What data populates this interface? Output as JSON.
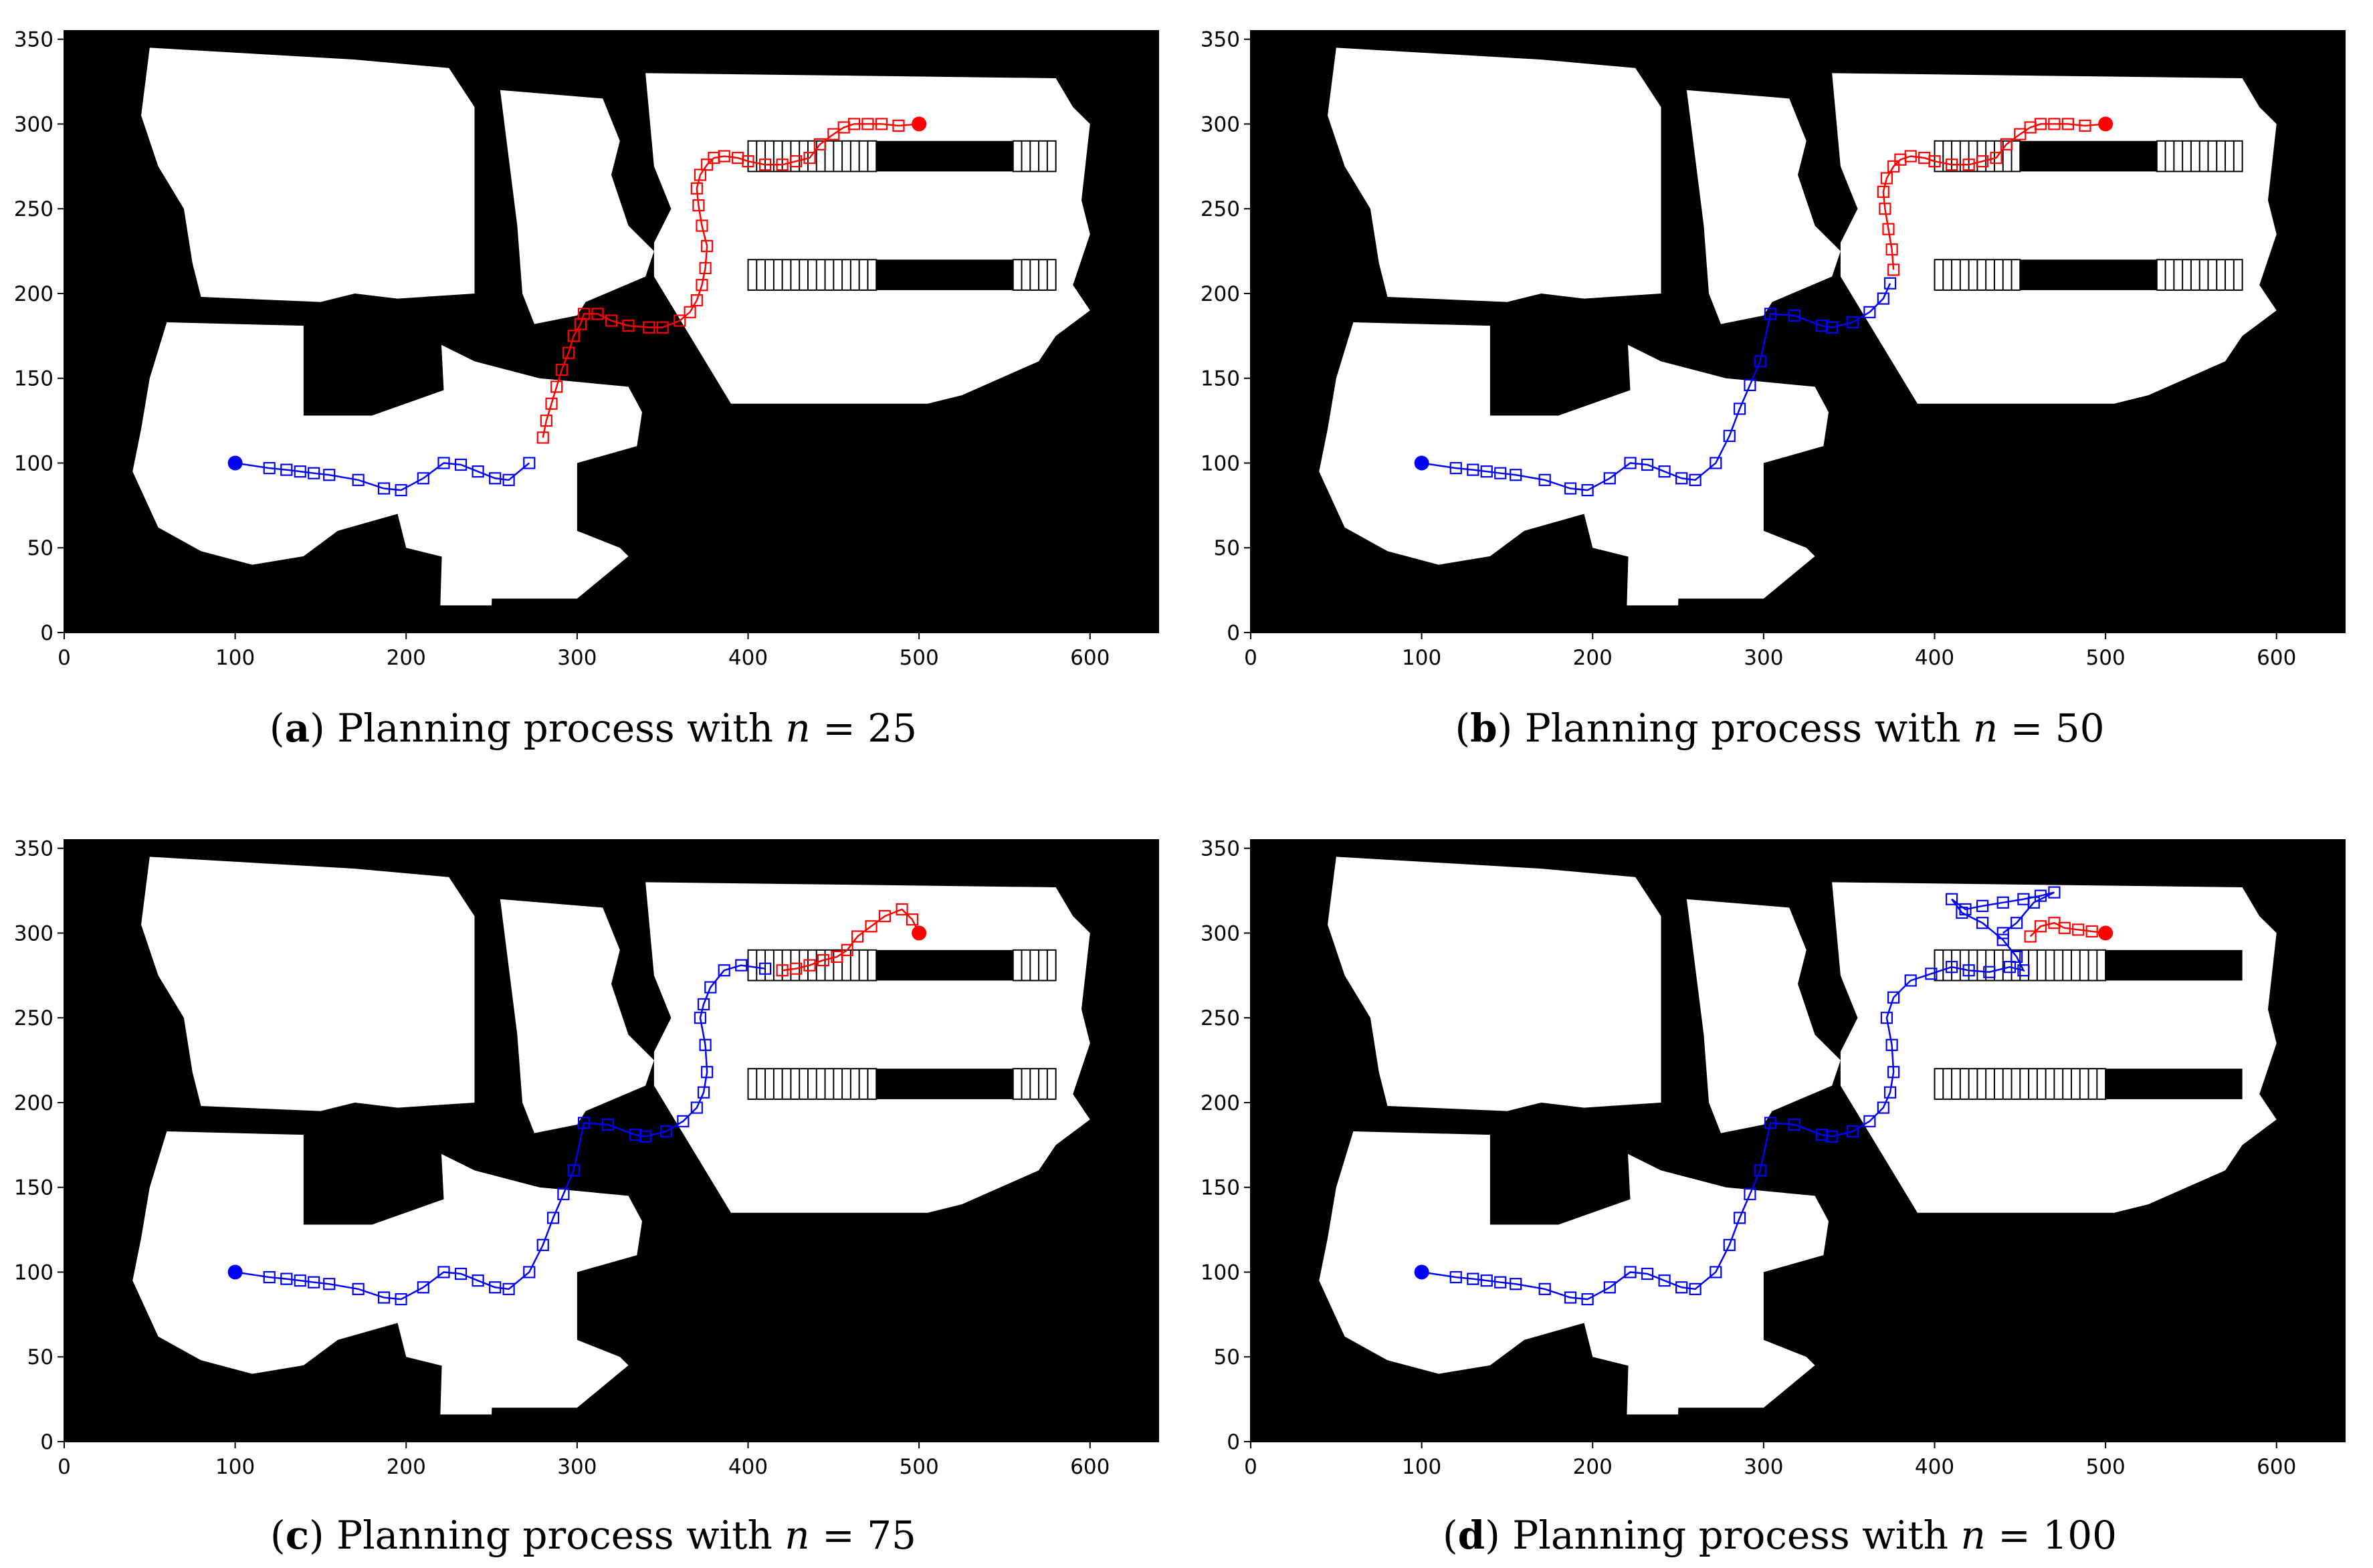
{
  "figures": [
    {
      "caption": {
        "label": "a",
        "text": "Planning process with",
        "var": "n",
        "eq": "=",
        "value": "25"
      },
      "chart_data": {
        "type": "line",
        "xlim": [
          0,
          640
        ],
        "ylim": [
          0,
          355
        ],
        "xticks": [
          0,
          100,
          200,
          300,
          400,
          500,
          600
        ],
        "yticks": [
          0,
          50,
          100,
          150,
          200,
          250,
          300,
          350
        ],
        "grid": false,
        "series": [
          {
            "color": "#0000ff",
            "marker": "square",
            "start_marker": "circle",
            "x": [
              100,
              120,
              130,
              138,
              146,
              155,
              172,
              187,
              197,
              210,
              222,
              232,
              242,
              252,
              260,
              272
            ],
            "y": [
              100,
              97,
              96,
              95,
              94,
              93,
              90,
              85,
              84,
              91,
              100,
              99,
              95,
              91,
              90,
              100
            ]
          },
          {
            "color": "#ff0000",
            "marker": "square",
            "end_marker": "circle",
            "x": [
              280,
              282,
              285,
              288,
              291,
              295,
              298,
              302,
              304,
              312,
              320,
              330,
              342,
              350,
              360,
              366,
              370,
              373,
              375,
              376,
              373,
              371,
              370,
              372,
              376,
              380,
              386,
              394,
              400,
              410,
              420,
              428,
              436,
              442,
              450,
              456,
              462,
              470,
              478,
              488,
              500
            ],
            "y": [
              115,
              125,
              135,
              145,
              155,
              165,
              175,
              182,
              188,
              188,
              184,
              181,
              180,
              180,
              184,
              189,
              196,
              205,
              215,
              228,
              240,
              252,
              262,
              270,
              276,
              280,
              281,
              280,
              278,
              276,
              276,
              278,
              280,
              288,
              294,
              298,
              300,
              300,
              300,
              299,
              300
            ]
          }
        ],
        "obstacles": {
          "left_stripe_x": [
            400,
            475
          ],
          "black_x": [
            475,
            555
          ],
          "right_stripe_x": [
            555,
            580
          ]
        }
      }
    },
    {
      "caption": {
        "label": "b",
        "text": "Planning process with",
        "var": "n",
        "eq": "=",
        "value": "50"
      },
      "chart_data": {
        "type": "line",
        "xlim": [
          0,
          640
        ],
        "ylim": [
          0,
          355
        ],
        "xticks": [
          0,
          100,
          200,
          300,
          400,
          500,
          600
        ],
        "yticks": [
          0,
          50,
          100,
          150,
          200,
          250,
          300,
          350
        ],
        "grid": false,
        "series": [
          {
            "color": "#0000ff",
            "marker": "square",
            "start_marker": "circle",
            "x": [
              100,
              120,
              130,
              138,
              146,
              155,
              172,
              187,
              197,
              210,
              222,
              232,
              242,
              252,
              260,
              272,
              280,
              286,
              292,
              298,
              304,
              318,
              334,
              340,
              352,
              362,
              370,
              374
            ],
            "y": [
              100,
              97,
              96,
              95,
              94,
              93,
              90,
              85,
              84,
              91,
              100,
              99,
              95,
              91,
              90,
              100,
              116,
              132,
              146,
              160,
              188,
              187,
              181,
              180,
              183,
              189,
              197,
              206
            ]
          },
          {
            "color": "#ff0000",
            "marker": "square",
            "end_marker": "circle",
            "x": [
              376,
              375,
              373,
              371,
              370,
              372,
              376,
              380,
              386,
              394,
              400,
              410,
              420,
              428,
              436,
              442,
              450,
              456,
              462,
              470,
              478,
              488,
              500
            ],
            "y": [
              214,
              226,
              238,
              250,
              260,
              268,
              275,
              279,
              281,
              280,
              278,
              276,
              276,
              278,
              280,
              288,
              294,
              298,
              300,
              300,
              300,
              299,
              300
            ]
          }
        ],
        "obstacles": {
          "left_stripe_x": [
            400,
            450
          ],
          "black_x": [
            450,
            530
          ],
          "right_stripe_x": [
            530,
            580
          ]
        }
      }
    },
    {
      "caption": {
        "label": "c",
        "text": "Planning process with",
        "var": "n",
        "eq": "=",
        "value": "75"
      },
      "chart_data": {
        "type": "line",
        "xlim": [
          0,
          640
        ],
        "ylim": [
          0,
          355
        ],
        "xticks": [
          0,
          100,
          200,
          300,
          400,
          500,
          600
        ],
        "yticks": [
          0,
          50,
          100,
          150,
          200,
          250,
          300,
          350
        ],
        "grid": false,
        "series": [
          {
            "color": "#0000ff",
            "marker": "square",
            "start_marker": "circle",
            "x": [
              100,
              120,
              130,
              138,
              146,
              155,
              172,
              187,
              197,
              210,
              222,
              232,
              242,
              252,
              260,
              272,
              280,
              286,
              292,
              298,
              304,
              318,
              334,
              340,
              352,
              362,
              370,
              374,
              376,
              375,
              372,
              374,
              378,
              386,
              396,
              410
            ],
            "y": [
              100,
              97,
              96,
              95,
              94,
              93,
              90,
              85,
              84,
              91,
              100,
              99,
              95,
              91,
              90,
              100,
              116,
              132,
              146,
              160,
              188,
              187,
              181,
              180,
              183,
              189,
              197,
              206,
              218,
              234,
              250,
              258,
              268,
              278,
              281,
              279
            ]
          },
          {
            "color": "#ff0000",
            "marker": "square",
            "end_marker": "circle",
            "x": [
              420,
              428,
              436,
              444,
              452,
              458,
              464,
              472,
              480,
              490,
              496,
              500
            ],
            "y": [
              278,
              279,
              281,
              284,
              286,
              290,
              298,
              304,
              310,
              314,
              308,
              300
            ]
          }
        ],
        "obstacles": {
          "left_stripe_x": [
            400,
            475
          ],
          "black_x": [
            475,
            555
          ],
          "right_stripe_x": [
            555,
            580
          ]
        }
      }
    },
    {
      "caption": {
        "label": "d",
        "text": "Planning process with",
        "var": "n",
        "eq": "=",
        "value": "100"
      },
      "chart_data": {
        "type": "line",
        "xlim": [
          0,
          640
        ],
        "ylim": [
          0,
          355
        ],
        "xticks": [
          0,
          100,
          200,
          300,
          400,
          500,
          600
        ],
        "yticks": [
          0,
          50,
          100,
          150,
          200,
          250,
          300,
          350
        ],
        "grid": false,
        "series": [
          {
            "color": "#0000ff",
            "marker": "square",
            "start_marker": "circle",
            "x": [
              100,
              120,
              130,
              138,
              146,
              155,
              172,
              187,
              197,
              210,
              222,
              232,
              242,
              252,
              260,
              272,
              280,
              286,
              292,
              298,
              304,
              318,
              334,
              340,
              352,
              362,
              370,
              374,
              376,
              375,
              372,
              376,
              386,
              398,
              410,
              420,
              432,
              444,
              452,
              448,
              440,
              428,
              416,
              410,
              418,
              428,
              440,
              452,
              462,
              470,
              458,
              448,
              440
            ],
            "y": [
              100,
              97,
              96,
              95,
              94,
              93,
              90,
              85,
              84,
              91,
              100,
              99,
              95,
              91,
              90,
              100,
              116,
              132,
              146,
              160,
              188,
              187,
              181,
              180,
              183,
              189,
              197,
              206,
              218,
              234,
              250,
              262,
              272,
              276,
              280,
              278,
              277,
              280,
              278,
              286,
              296,
              306,
              312,
              320,
              314,
              316,
              318,
              320,
              322,
              324,
              318,
              306,
              300
            ]
          },
          {
            "color": "#ff0000",
            "marker": "square",
            "end_marker": "circle",
            "x": [
              456,
              462,
              470,
              476,
              484,
              492,
              500
            ],
            "y": [
              298,
              304,
              306,
              303,
              302,
              301,
              300
            ]
          }
        ],
        "obstacles": {
          "left_stripe_x": [
            400,
            500
          ],
          "black_x": [
            500,
            580
          ],
          "right_stripe_x": [
            580,
            580
          ]
        }
      }
    }
  ]
}
